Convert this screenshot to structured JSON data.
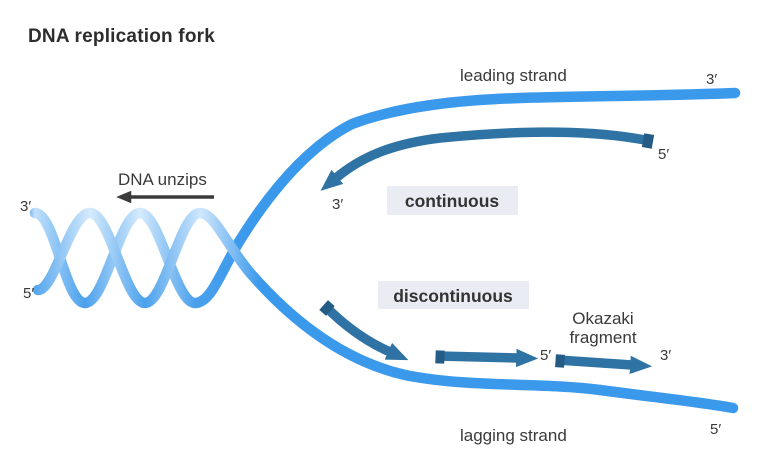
{
  "title": "DNA replication fork",
  "labels": {
    "leading_strand": "leading strand",
    "lagging_strand": "lagging strand",
    "continuous": "continuous",
    "discontinuous": "discontinuous",
    "dna_unzips": "DNA unzips",
    "okazaki_fragment_line1": "Okazaki",
    "okazaki_fragment_line2": "fragment"
  },
  "strand_ends": {
    "helix_top_left": "3′",
    "helix_bottom_left": "5′",
    "leading_template_right": "3′",
    "continuous_new_strand_head": "3′",
    "continuous_new_strand_tail": "5′",
    "okazaki_fragment_tail": "5′",
    "okazaki_fragment_head": "3′",
    "lagging_template_right": "5′"
  },
  "colors": {
    "template_strand_blue": "#3b99ec",
    "helix_highlight_light": "#d6ebfd",
    "new_strand_blue": "#2f73a4",
    "new_strand_end_cap": "#255c86",
    "label_background": "#e9edf3",
    "text": "#333333",
    "unzip_arrow": "#3b3b3b",
    "background": "#ffffff"
  }
}
